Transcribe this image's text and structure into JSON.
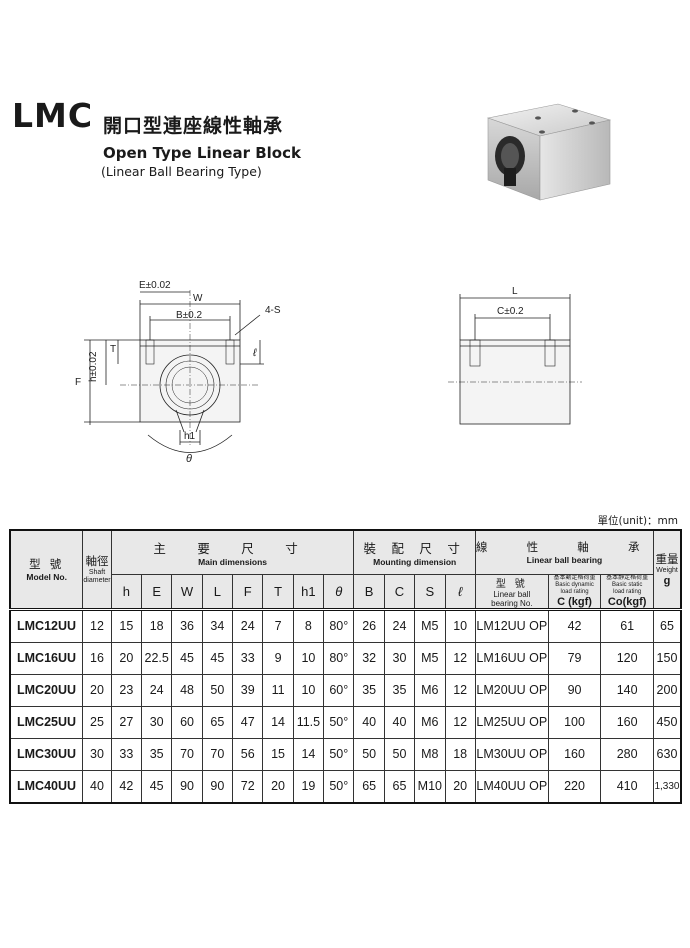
{
  "header": {
    "code": "LMC",
    "title_cn": "開口型連座線性軸承",
    "title_en": "Open Type Linear Block",
    "subtitle": "(Linear Ball Bearing Type)"
  },
  "diagram": {
    "labels": {
      "e": "E±0.02",
      "w": "W",
      "b": "B±0.2",
      "s": "4-S",
      "t": "T",
      "h": "h±0.02",
      "f": "F",
      "l_side": "ℓ",
      "h1": "h1",
      "theta": "θ",
      "l": "L",
      "c": "C±0.2"
    }
  },
  "unit_label": "單位(unit)：mm",
  "table": {
    "headers": {
      "model_cn": "型 號",
      "model_en": "Model No.",
      "shaft_cn": "軸徑",
      "shaft_en": "Shaft diameter",
      "main_cn": "主 要 尺 寸",
      "main_en": "Main dimensions",
      "mount_cn": "裝 配 尺 寸",
      "mount_en": "Mounting dimension",
      "bearing_cn": "線 性 軸 承",
      "bearing_en": "Linear ball bearing",
      "type_cn": "型 號",
      "type_en1": "Linear ball",
      "type_en2": "bearing No.",
      "dyn_cn": "基本動定格荷重",
      "dyn_en1": "Basic dynamic",
      "dyn_en2": "load rating",
      "dyn_unit": "C (kgf)",
      "stat_cn": "基本靜定格荷重",
      "stat_en1": "Basic static",
      "stat_en2": "load rating",
      "stat_unit": "Co(kgf)",
      "weight_cn": "重量",
      "weight_en": "Weight",
      "weight_unit": "g"
    },
    "sub_columns": [
      "h",
      "E",
      "W",
      "L",
      "F",
      "T",
      "h1",
      "θ",
      "B",
      "C",
      "S",
      "ℓ"
    ],
    "rows": [
      {
        "model": "LMC12UU",
        "d": "12",
        "h": "15",
        "E": "18",
        "W": "36",
        "L": "34",
        "F": "24",
        "T": "7",
        "h1": "8",
        "theta": "80°",
        "B": "26",
        "C": "24",
        "S": "M5",
        "l": "10",
        "bearing": "LM12UU OP",
        "dyn": "42",
        "stat": "61",
        "weight": "65"
      },
      {
        "model": "LMC16UU",
        "d": "16",
        "h": "20",
        "E": "22.5",
        "W": "45",
        "L": "45",
        "F": "33",
        "T": "9",
        "h1": "10",
        "theta": "80°",
        "B": "32",
        "C": "30",
        "S": "M5",
        "l": "12",
        "bearing": "LM16UU OP",
        "dyn": "79",
        "stat": "120",
        "weight": "150"
      },
      {
        "model": "LMC20UU",
        "d": "20",
        "h": "23",
        "E": "24",
        "W": "48",
        "L": "50",
        "F": "39",
        "T": "11",
        "h1": "10",
        "theta": "60°",
        "B": "35",
        "C": "35",
        "S": "M6",
        "l": "12",
        "bearing": "LM20UU OP",
        "dyn": "90",
        "stat": "140",
        "weight": "200"
      },
      {
        "model": "LMC25UU",
        "d": "25",
        "h": "27",
        "E": "30",
        "W": "60",
        "L": "65",
        "F": "47",
        "T": "14",
        "h1": "11.5",
        "theta": "50°",
        "B": "40",
        "C": "40",
        "S": "M6",
        "l": "12",
        "bearing": "LM25UU OP",
        "dyn": "100",
        "stat": "160",
        "weight": "450"
      },
      {
        "model": "LMC30UU",
        "d": "30",
        "h": "33",
        "E": "35",
        "W": "70",
        "L": "70",
        "F": "56",
        "T": "15",
        "h1": "14",
        "theta": "50°",
        "B": "50",
        "C": "50",
        "S": "M8",
        "l": "18",
        "bearing": "LM30UU OP",
        "dyn": "160",
        "stat": "280",
        "weight": "630"
      },
      {
        "model": "LMC40UU",
        "d": "40",
        "h": "42",
        "E": "45",
        "W": "90",
        "L": "90",
        "F": "72",
        "T": "20",
        "h1": "19",
        "theta": "50°",
        "B": "65",
        "C": "65",
        "S": "M10",
        "l": "20",
        "bearing": "LM40UU OP",
        "dyn": "220",
        "stat": "410",
        "weight": "1,330"
      }
    ]
  }
}
